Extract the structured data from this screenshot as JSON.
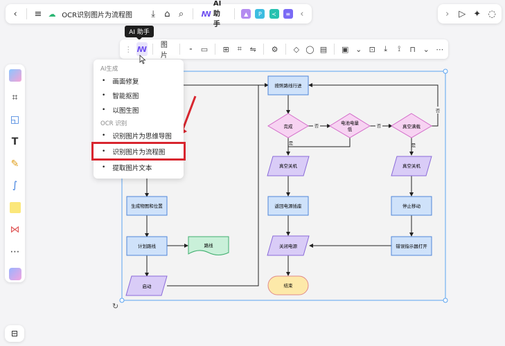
{
  "topbar": {
    "back": "‹",
    "menu": "≡",
    "doc_title": "OCR识别图片为流程图",
    "ai_label": "AI助手",
    "ai_logo": "ꟿ"
  },
  "tooltip": {
    "text": "AI 助手"
  },
  "toolbar2": {
    "image_label": "图片"
  },
  "dropdown": {
    "section_ai": "AI生成",
    "items_ai": [
      "画面修复",
      "智能抠图",
      "以图生图"
    ],
    "section_ocr": "OCR 识别",
    "items_ocr": [
      "识别图片为思维导图",
      "识别图片为流程图",
      "提取图片文本"
    ]
  },
  "flowchart": {
    "n_plan_route": "按照路线行进",
    "n_complete": "完成",
    "n_battery_1": "电池电量",
    "n_battery_2": "低",
    "n_vacuum_full": "真空满载",
    "n_vac_off_1": "真空关机",
    "n_vac_off_2": "真空关机",
    "n_return_power": "返回电源插座",
    "n_stop_moving": "停止移动",
    "n_gen_map": "生成物图和位置",
    "n_calc_route": "计划路线",
    "n_route_doc": "路线",
    "n_power_off": "关闭电源",
    "n_error_light": "错误指示器打开",
    "n_start": "启动",
    "n_end": "结束",
    "yes": "是",
    "no": "否"
  },
  "colors": {
    "accent": "#6d4ef0",
    "highlight": "#d8262f",
    "process_fill": "#cfe2fa",
    "process_stroke": "#4f86d8",
    "decision_fill": "#f7d3f2",
    "decision_stroke": "#d36bc9",
    "io_fill": "#d9ccf7",
    "io_stroke": "#8a6ad8",
    "doc_fill": "#c9f0d9",
    "doc_stroke": "#3fae6e",
    "end_fill": "#fde9a9",
    "end_stroke": "#e08a8a"
  }
}
